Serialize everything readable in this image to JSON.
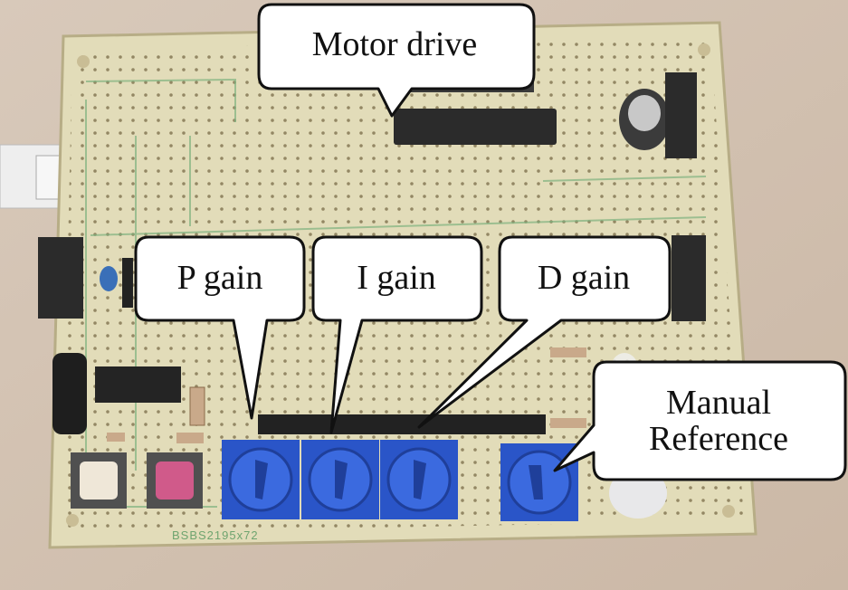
{
  "callouts": {
    "motor_drive": "Motor drive",
    "p_gain": "P gain",
    "i_gain": "I gain",
    "d_gain": "D gain",
    "manual_reference_line1": "Manual",
    "manual_reference_line2": "Reference"
  },
  "board_silkscreen": "BSBS2195x72",
  "colors": {
    "background_wood": "#d9cbbd",
    "board": "#e2dcb9",
    "potentiometer": "#2a55c8",
    "callout_fill": "#ffffff",
    "callout_border": "#111111"
  }
}
